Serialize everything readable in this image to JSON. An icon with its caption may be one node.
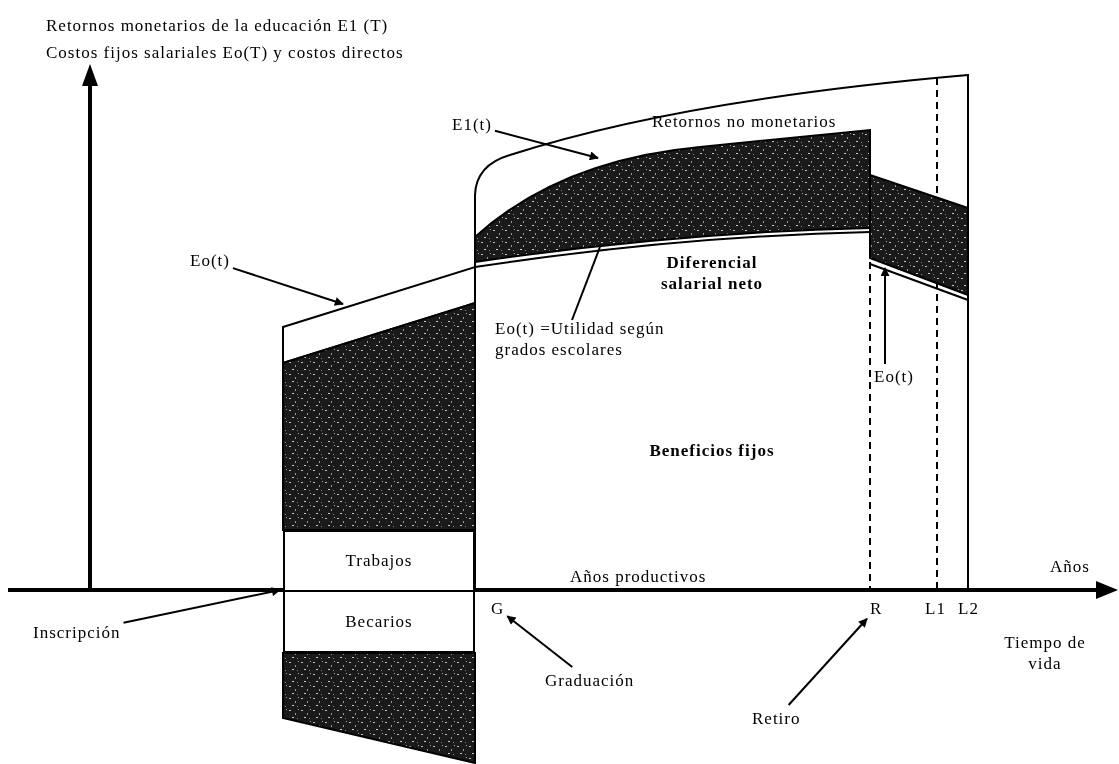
{
  "diagram": {
    "nodes": [
      {
        "text": [
          "E1(t)"
        ]
      },
      {
        "text": [
          "Eo(t)"
        ]
      },
      {
        "text": [
          "Eo(t) =Utilidad según grados escolares"
        ]
      },
      {
        "text": [
          "Eo(t)"
        ]
      },
      {
        "text": [
          "Inscripción"
        ]
      },
      {
        "text": [
          "G"
        ]
      },
      {
        "text": [
          "Graduación"
        ]
      },
      {
        "text": [
          "R"
        ]
      },
      {
        "text": [
          "Retiro"
        ]
      },
      {
        "text": [
          "Trabajos"
        ]
      },
      {
        "text": [
          "Becarios"
        ]
      },
      {
        "text": [],
        "shape": "band"
      },
      {
        "text": [],
        "shape": "band"
      },
      {
        "text": [],
        "shape": "band"
      },
      {
        "text": [],
        "shape": "band"
      },
      {
        "text": [],
        "shape": "band"
      }
    ],
    "edges": [
      {
        "from": 0,
        "to": 11,
        "arrow": "to"
      },
      {
        "from": 1,
        "to": 12,
        "arrow": "to"
      },
      {
        "from": 2,
        "to": 11,
        "arrow": "none"
      },
      {
        "from": 3,
        "to": 13,
        "arrow": "to"
      },
      {
        "from": 4,
        "to": 9,
        "arrow": "to"
      },
      {
        "from": 6,
        "to": 5,
        "arrow": "to"
      },
      {
        "from": 8,
        "to": 7,
        "arrow": "to"
      }
    ],
    "labels": [
      "Retornos monetarios de la educación  E1 (T)",
      "Costos fijos salariales Eo(T) y costos directos",
      "Retornos no monetarios",
      "Diferencial salarial neto",
      "Beneficios fijos",
      "Años productivos",
      "Años",
      "L1",
      "L2",
      "Tiempo de vida"
    ]
  }
}
